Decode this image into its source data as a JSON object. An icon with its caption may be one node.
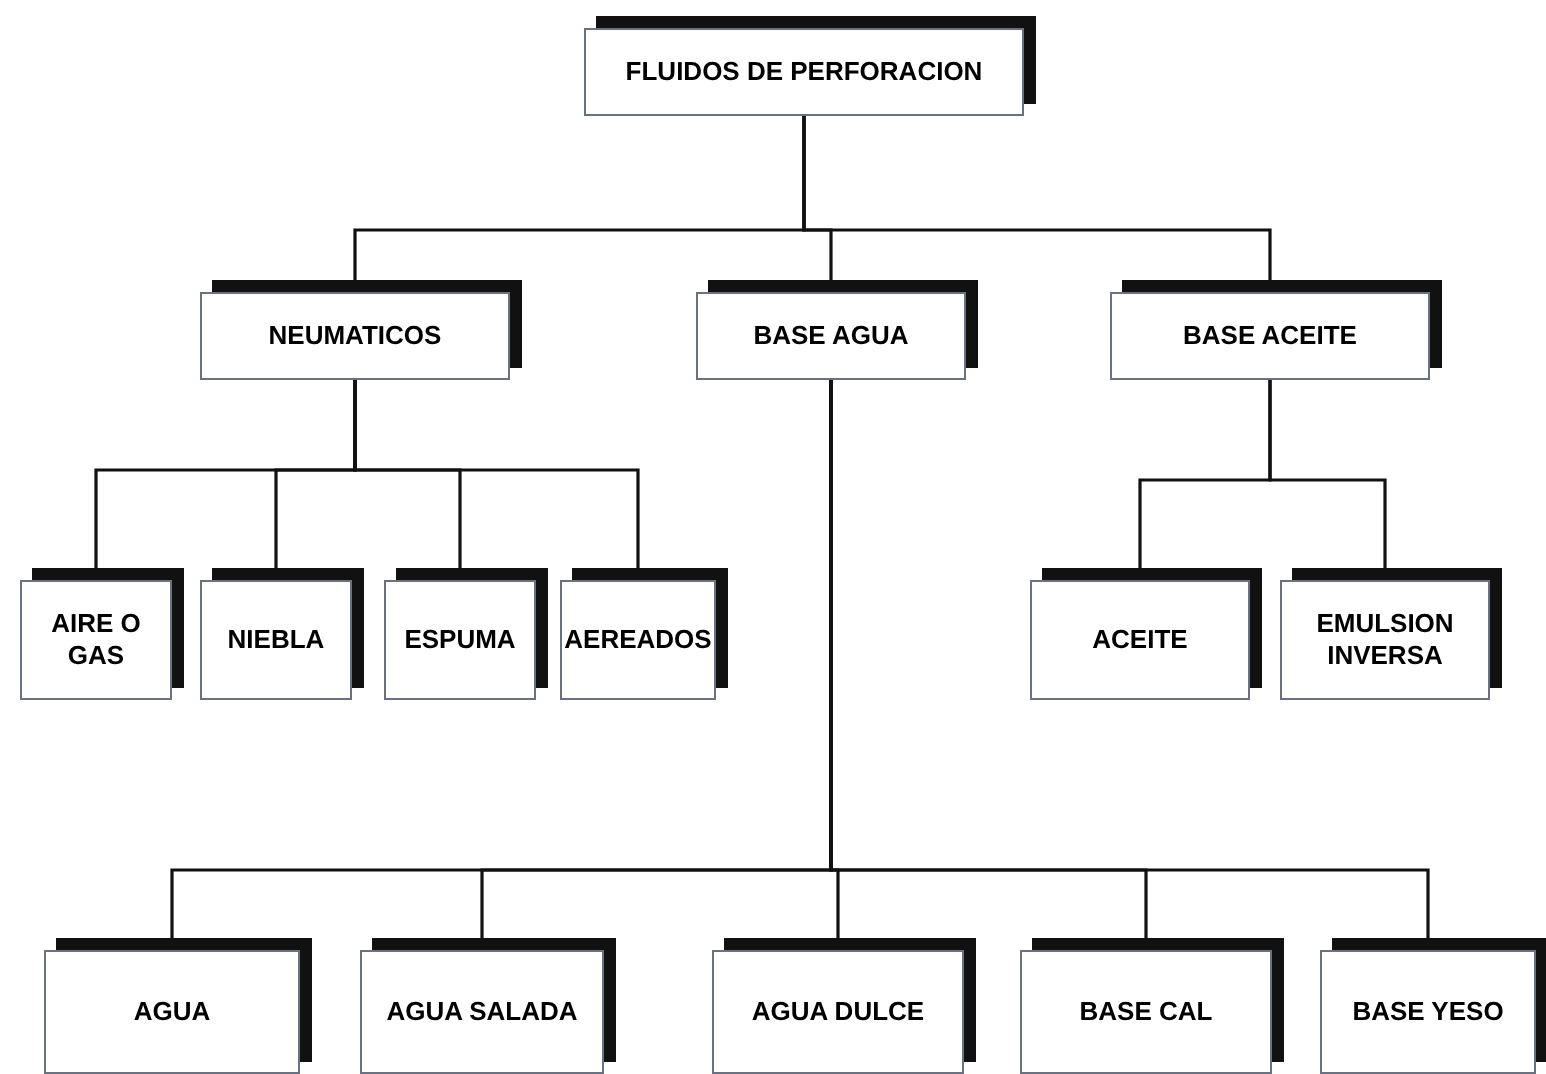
{
  "diagram": {
    "nodes": [
      {
        "text": [
          "FLUIDOS DE PERFORACION"
        ]
      },
      {
        "text": [
          "NEUMATICOS"
        ]
      },
      {
        "text": [
          "BASE AGUA"
        ]
      },
      {
        "text": [
          "BASE ACEITE"
        ]
      },
      {
        "text": [
          "AIRE O GAS"
        ]
      },
      {
        "text": [
          "NIEBLA"
        ]
      },
      {
        "text": [
          "ESPUMA"
        ]
      },
      {
        "text": [
          "AEREADOS"
        ]
      },
      {
        "text": [
          "ACEITE"
        ]
      },
      {
        "text": [
          "EMULSION INVERSA"
        ]
      },
      {
        "text": [
          "AGUA"
        ]
      },
      {
        "text": [
          "AGUA SALADA"
        ]
      },
      {
        "text": [
          "AGUA DULCE"
        ]
      },
      {
        "text": [
          "BASE CAL"
        ]
      },
      {
        "text": [
          "BASE YESO"
        ]
      }
    ],
    "edges": [
      {
        "from": 0,
        "to": 1,
        "arrow": "none"
      },
      {
        "from": 0,
        "to": 2,
        "arrow": "none"
      },
      {
        "from": 0,
        "to": 3,
        "arrow": "none"
      },
      {
        "from": 1,
        "to": 4,
        "arrow": "none"
      },
      {
        "from": 1,
        "to": 5,
        "arrow": "none"
      },
      {
        "from": 1,
        "to": 6,
        "arrow": "none"
      },
      {
        "from": 1,
        "to": 7,
        "arrow": "none"
      },
      {
        "from": 3,
        "to": 8,
        "arrow": "none"
      },
      {
        "from": 3,
        "to": 9,
        "arrow": "none"
      },
      {
        "from": 2,
        "to": 10,
        "arrow": "none"
      },
      {
        "from": 2,
        "to": 11,
        "arrow": "none"
      },
      {
        "from": 2,
        "to": 12,
        "arrow": "none"
      },
      {
        "from": 2,
        "to": 13,
        "arrow": "none"
      },
      {
        "from": 2,
        "to": 14,
        "arrow": "none"
      }
    ]
  }
}
